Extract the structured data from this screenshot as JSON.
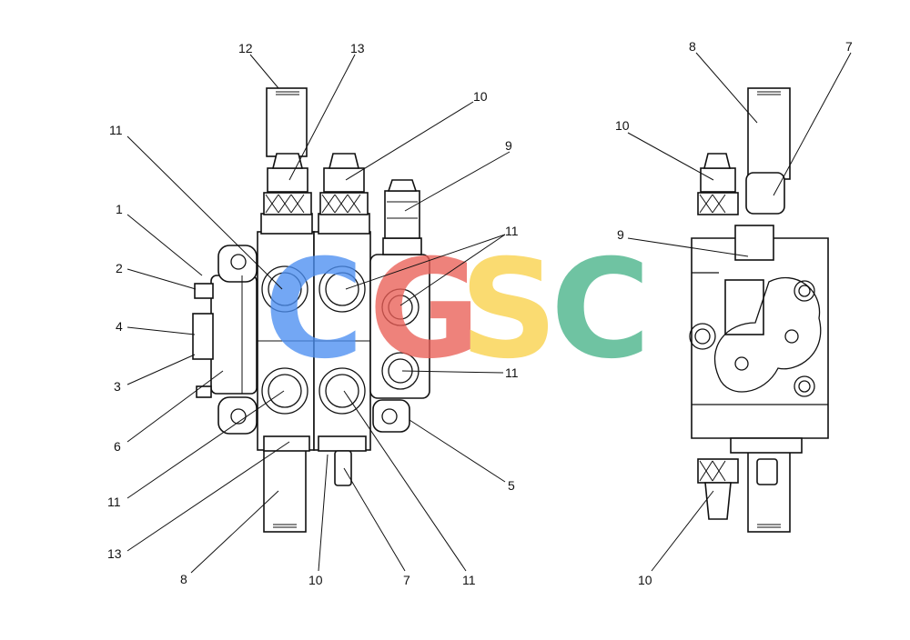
{
  "watermark": {
    "letters": [
      "C",
      "G",
      "S",
      "C"
    ],
    "colors": [
      "#4c8ff2",
      "#ea5f57",
      "#f9d14a",
      "#47b389"
    ]
  },
  "callouts": {
    "left": [
      "12",
      "13",
      "10",
      "11",
      "9",
      "1",
      "11",
      "2",
      "4",
      "11",
      "3",
      "6",
      "5",
      "11",
      "13",
      "8",
      "10",
      "7",
      "11"
    ],
    "right": [
      "8",
      "7",
      "10",
      "9",
      "10"
    ]
  }
}
